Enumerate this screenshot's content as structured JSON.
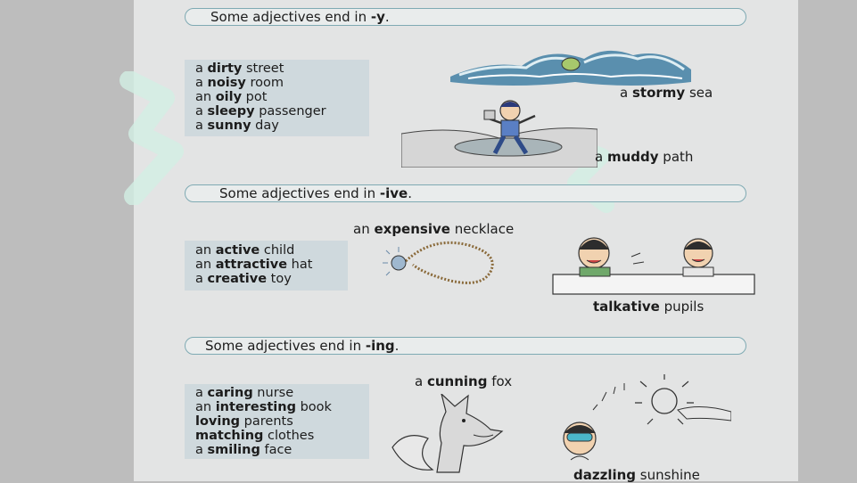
{
  "sections": [
    {
      "header": {
        "prefix": "Some adjectives end in ",
        "suffix": "-y",
        "end": "."
      },
      "word_list": [
        {
          "pre": "a ",
          "adj": "dirty",
          "noun": " street"
        },
        {
          "pre": "a ",
          "adj": "noisy",
          "noun": " room"
        },
        {
          "pre": "an ",
          "adj": "oily",
          "noun": " pot"
        },
        {
          "pre": "a ",
          "adj": "sleepy",
          "noun": " passenger"
        },
        {
          "pre": "a ",
          "adj": "sunny",
          "noun": " day"
        }
      ],
      "captions": [
        {
          "pre": "a ",
          "adj": "stormy",
          "noun": " sea"
        },
        {
          "pre": "a ",
          "adj": "muddy",
          "noun": " path"
        }
      ]
    },
    {
      "header": {
        "prefix": "Some adjectives end in ",
        "suffix": "-ive",
        "end": "."
      },
      "word_list": [
        {
          "pre": "an ",
          "adj": "active",
          "noun": " child"
        },
        {
          "pre": "an ",
          "adj": "attractive",
          "noun": " hat"
        },
        {
          "pre": "a ",
          "adj": "creative",
          "noun": " toy"
        }
      ],
      "captions": [
        {
          "pre": "an ",
          "adj": "expensive",
          "noun": " necklace"
        },
        {
          "pre": "",
          "adj": "talkative",
          "noun": " pupils"
        }
      ]
    },
    {
      "header": {
        "prefix": "Some adjectives end in ",
        "suffix": "-ing",
        "end": "."
      },
      "word_list": [
        {
          "pre": "a ",
          "adj": "caring",
          "noun": " nurse"
        },
        {
          "pre": "an ",
          "adj": "interesting",
          "noun": " book"
        },
        {
          "pre": "",
          "adj": "loving",
          "noun": " parents"
        },
        {
          "pre": "",
          "adj": "matching",
          "noun": " clothes"
        },
        {
          "pre": "a ",
          "adj": "smiling",
          "noun": " face"
        }
      ],
      "captions": [
        {
          "pre": "a ",
          "adj": "cunning",
          "noun": " fox"
        },
        {
          "pre": "",
          "adj": "dazzling",
          "noun": " sunshine"
        }
      ]
    }
  ],
  "colors": {
    "pill_border": "#7faab3",
    "word_box": "#cfd9dd",
    "page": "#e3e4e4",
    "margin": "#bdbdbd"
  }
}
